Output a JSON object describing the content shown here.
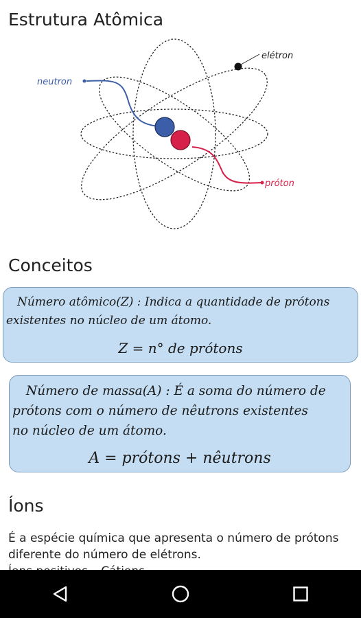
{
  "page": {
    "title": "Estrutura Atômica",
    "diagram_labels": {
      "neutron": "neutron",
      "electron": "elétron",
      "proton": "próton"
    },
    "section_concepts": "Conceitos",
    "box_atomic_number": {
      "line1": "Número atômico(Z) : Indica a quantidade de prótons",
      "line2": "existentes no núcleo de um átomo.",
      "formula": "Z = n° de prótons"
    },
    "box_mass_number": {
      "line1": "Número de massa(A) : É a soma do número de",
      "line2": "prótons com o número de nêutrons existentes",
      "line3": "no núcleo de um átomo.",
      "formula": "A = prótons + nêutrons"
    },
    "section_ions": "Íons",
    "ions_paragraph": "É a espécie química que apresenta o número de prótons diferente do número de elétrons.",
    "ions_next_line": "Íons positivos – Cátions"
  },
  "colors": {
    "neutron": "#3c5ea8",
    "proton": "#d6204a",
    "box_fill": "#c4ddf2",
    "box_border": "#7c9cbc",
    "navbar": "#000000"
  },
  "navbar": {
    "icons": [
      "back-icon",
      "home-icon",
      "recents-icon"
    ]
  }
}
